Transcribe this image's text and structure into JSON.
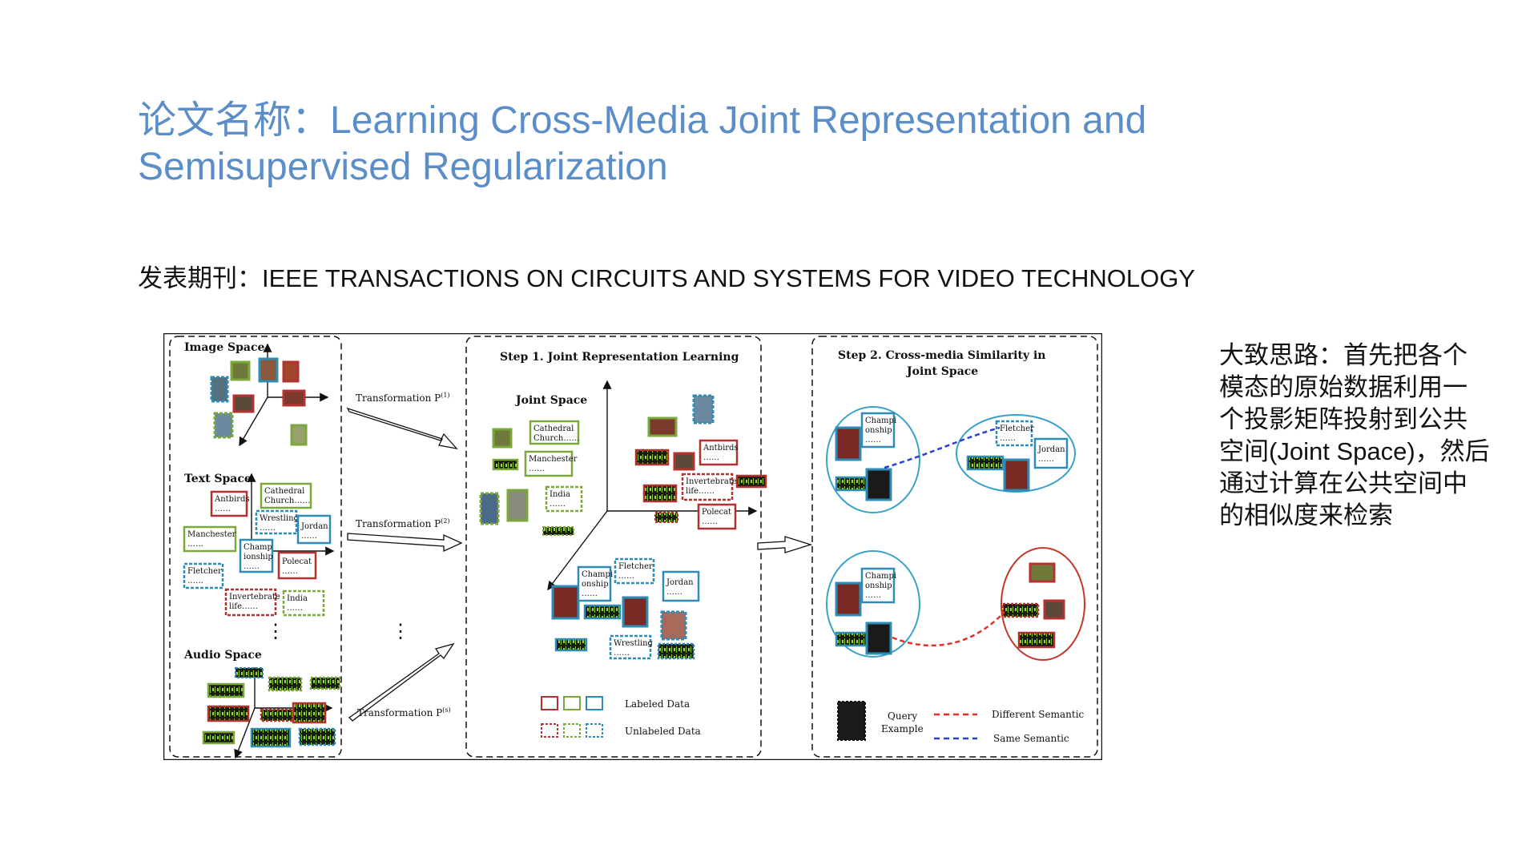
{
  "slide": {
    "title_prefix": "论文名称：",
    "title_text": "Learning Cross-Media Joint Representation and Semisupervised Regularization",
    "journal_prefix": "发表期刊：",
    "journal_text": "IEEE TRANSACTIONS ON CIRCUITS AND SYSTEMS FOR VIDEO TECHNOLOGY",
    "idea_text": "大致思路：首先把各个模态的原始数据利用一个投影矩阵投射到公共空间(Joint Space)，然后通过计算在公共空间中的相似度来检索"
  },
  "colors": {
    "title": "#5b8ec9",
    "labeled_red": "#b3312f",
    "labeled_green": "#7aa83b",
    "labeled_blue": "#2f8cb8",
    "circle": "#3aa2c8",
    "circle_red": "#c0392b",
    "different_semantic": "#e0312b",
    "same_semantic": "#2a3fd1"
  },
  "figure": {
    "image_space": "Image Space",
    "text_space": "Text Space",
    "audio_space": "Audio Space",
    "transform_1": "Transformation P",
    "transform_1_sup": "(1)",
    "transform_2": "Transformation P",
    "transform_2_sup": "(2)",
    "transform_s": "Transformation P",
    "transform_s_sup": "(s)",
    "vdots": "⋮",
    "step1_title": "Step 1. Joint Representation Learning",
    "joint_space": "Joint Space",
    "step2_title_1": "Step 2. Cross-media Similarity in",
    "step2_title_2": "Joint Space",
    "legend_labeled": "Labeled Data",
    "legend_unlabeled": "Unlabeled Data",
    "legend_query_1": "Query",
    "legend_query_2": "Example",
    "legend_diff": "Different Semantic",
    "legend_same": "Same Semantic",
    "text_boxes": {
      "antbirds": "Antbirds",
      "cathedral_1": "Cathedral",
      "cathedral_2": "Church……",
      "wrestling": "Wrestling",
      "jordan": "Jordan",
      "manchester": "Manchester",
      "champ_1": "Champ",
      "champ_2": "ionship",
      "polecat": "Polecat",
      "fletcher": "Fletcher",
      "invertebrate_1": "Invertebrate",
      "invertebrate_2": "life……",
      "india": "India",
      "dots": "……",
      "champi_1": "Champi",
      "champi_2": "onship",
      "church": "Church……"
    }
  }
}
